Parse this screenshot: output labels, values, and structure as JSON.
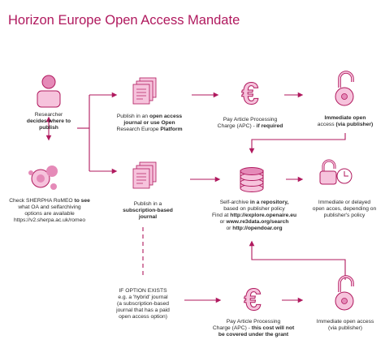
{
  "title": "Horizon Europe Open Access Mandate",
  "colors": {
    "accent": "#b0195e",
    "icon_light": "#f6c3dc",
    "icon_mid": "#e58ab8",
    "text": "#2a2a2a"
  },
  "nodes": {
    "researcher": {
      "icon": "researcher-icon",
      "lines": [
        {
          "text": "Researcher",
          "bold": false
        },
        {
          "text": "decides where to",
          "bold": true
        },
        {
          "text": "publish",
          "bold": true
        }
      ]
    },
    "sherpa": {
      "icon": "sherpa-romeo-icon",
      "lines": [
        {
          "text": "Check SHERPHA RoMEO to see",
          "bold": false,
          "bold_prefix": "Check SHERPHA RoMEO"
        },
        {
          "text": "what OA and selfarchiving",
          "bold": false
        },
        {
          "text": "options are available",
          "bold": false
        },
        {
          "text": "https://v2.sherpa.ac.uk/romeo",
          "bold": false
        }
      ]
    },
    "publish_oa": {
      "icon": "documents-icon",
      "lines": [
        {
          "text": "Publish in an open access",
          "bold_prefix": "Publish in an"
        },
        {
          "text": "journal or use Open",
          "bold": true
        },
        {
          "text": "Research Europe Platform",
          "bold_prefix": "Research Europe"
        }
      ]
    },
    "apc_top": {
      "icon": "euro-icon",
      "lines": [
        {
          "text": "Pay Article Processing",
          "bold": false
        },
        {
          "text": "Charge (APC) - if required",
          "bold_prefix": "Charge (APC) -"
        }
      ]
    },
    "immediate_top": {
      "icon": "open-lock-icon",
      "lines": [
        {
          "text": "Immediate open",
          "bold": true
        },
        {
          "text": "access (via publisher)",
          "bold_prefix": "access"
        }
      ]
    },
    "publish_sub": {
      "icon": "documents-icon",
      "lines": [
        {
          "text": "Publish in a",
          "bold": false
        },
        {
          "text": "subscription-based",
          "bold": true
        },
        {
          "text": "journal",
          "bold": true
        }
      ]
    },
    "self_archive": {
      "icon": "database-icon",
      "lines": [
        {
          "text": "Self-archive in a repository,",
          "bold_prefix": "Self-archive"
        },
        {
          "text": "based on publisher policy",
          "bold": false
        },
        {
          "text": "Find at http://explore.openaire.eu",
          "bold_prefix": "Find at"
        },
        {
          "text": "or www.re3data.org/search",
          "bold_prefix": "or"
        },
        {
          "text": "or http://opendoar.org",
          "bold_prefix": "or"
        }
      ]
    },
    "delayed": {
      "icon": "lock-clock-icon",
      "lines": [
        {
          "text": "Immediate or delayed",
          "bold": false
        },
        {
          "text": "open acces, depending on",
          "bold": false
        },
        {
          "text": "publisher's policy",
          "bold": false
        }
      ]
    },
    "option": {
      "lines": [
        {
          "text": "IF OPTION EXISTS",
          "bold": false
        },
        {
          "text": "e.g. a 'hybrid' journal",
          "bold": false
        },
        {
          "text": "(a subscription-based",
          "bold": false
        },
        {
          "text": "journal that has a paid",
          "bold": false
        },
        {
          "text": "open access option)",
          "bold": false
        }
      ]
    },
    "apc_bottom": {
      "icon": "euro-icon",
      "lines": [
        {
          "text": "Pay Article Processing",
          "bold": false
        },
        {
          "text": "Charge (APC) - this cost will not",
          "bold_suffix": "this cost will not"
        },
        {
          "text": "be covered under the grant",
          "bold": true
        }
      ]
    },
    "immediate_bottom": {
      "icon": "open-lock-icon",
      "lines": [
        {
          "text": "Immediate open access",
          "bold": false
        },
        {
          "text": "(via publisher)",
          "bold": false
        }
      ]
    }
  }
}
